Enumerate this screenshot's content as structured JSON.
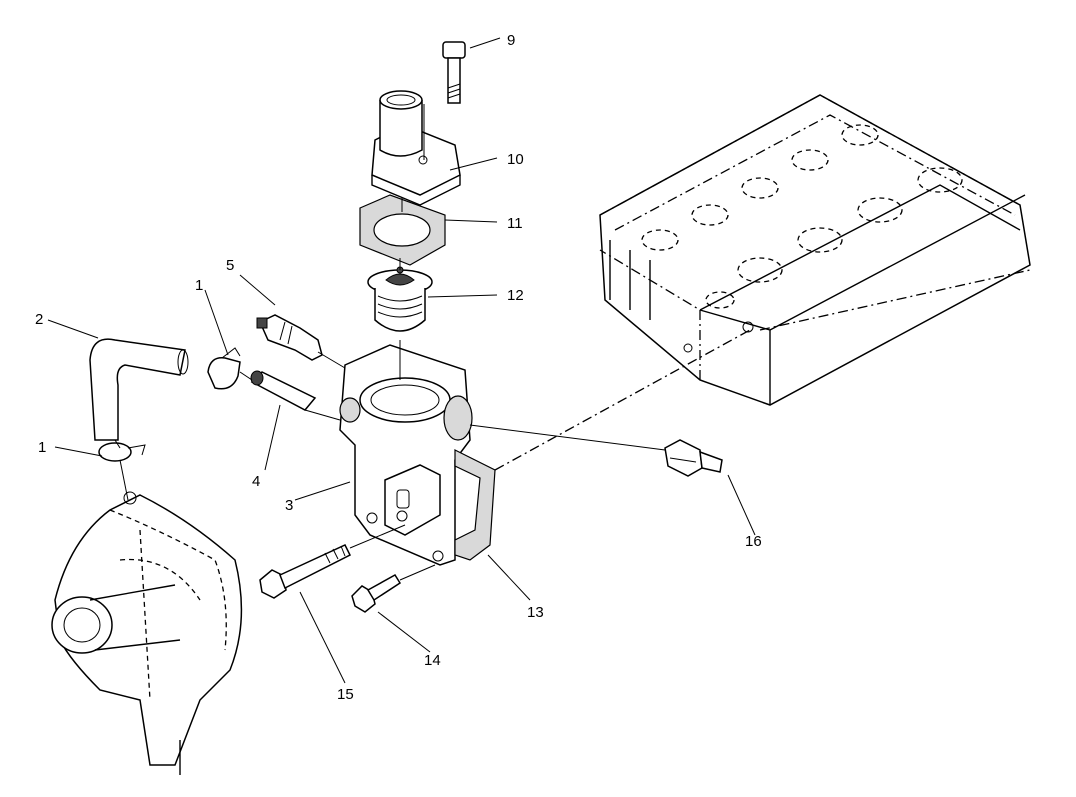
{
  "callouts": [
    {
      "id": "c9",
      "text": "9"
    },
    {
      "id": "c10",
      "text": "10"
    },
    {
      "id": "c11",
      "text": "11"
    },
    {
      "id": "c12",
      "text": "12"
    },
    {
      "id": "c5",
      "text": "5"
    },
    {
      "id": "c1a",
      "text": "1"
    },
    {
      "id": "c2",
      "text": "2"
    },
    {
      "id": "c1b",
      "text": "1"
    },
    {
      "id": "c4",
      "text": "4"
    },
    {
      "id": "c3",
      "text": "3"
    },
    {
      "id": "c16",
      "text": "16"
    },
    {
      "id": "c13",
      "text": "13"
    },
    {
      "id": "c14",
      "text": "14"
    },
    {
      "id": "c15",
      "text": "15"
    }
  ]
}
